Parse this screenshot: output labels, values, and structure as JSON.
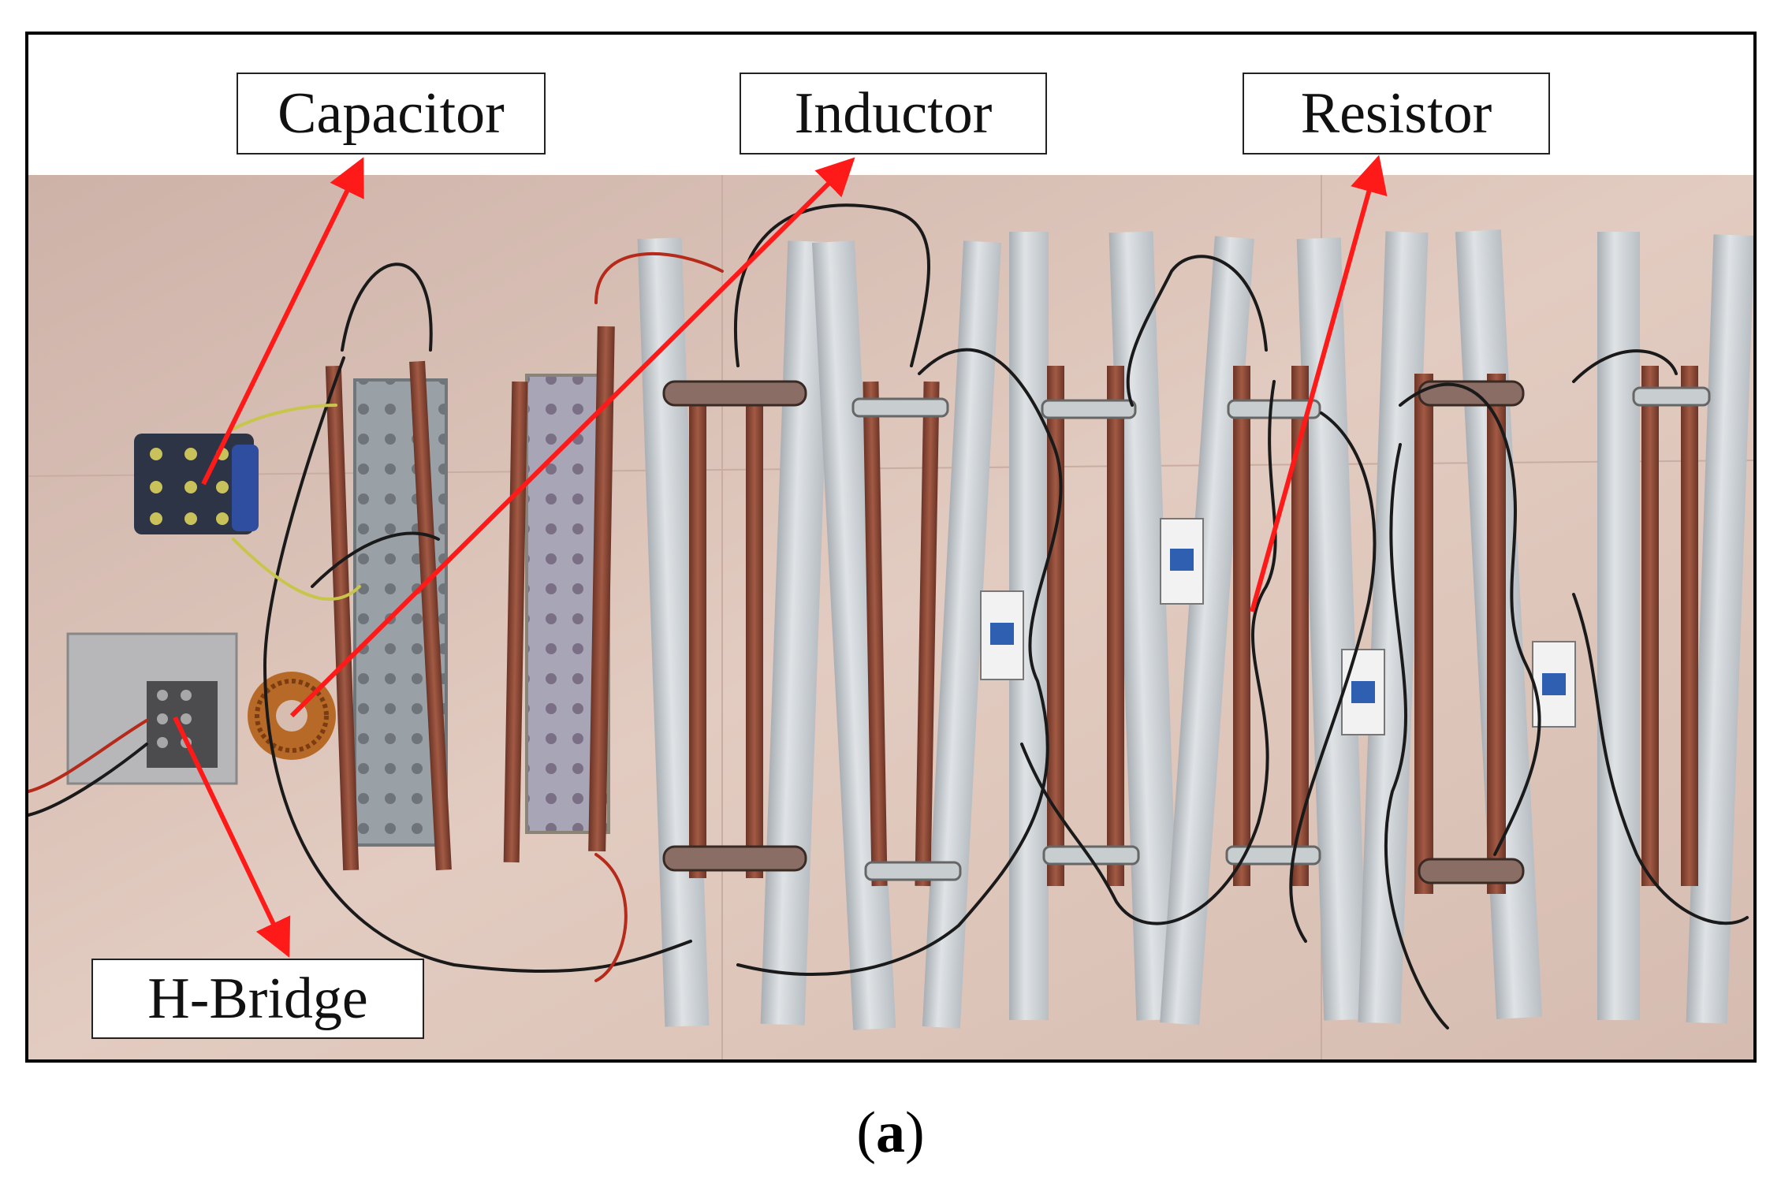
{
  "labels": {
    "capacitor": "Capacitor",
    "inductor": "Inductor",
    "resistor": "Resistor",
    "h_bridge": "H-Bridge"
  },
  "caption": {
    "open": "(",
    "letter": "a",
    "close": ")"
  },
  "colors": {
    "arrow": "#ff1a1a",
    "floor": "#dcc3b8",
    "steel_rail": "#c9ced2",
    "copper_tube": "#8a4a38",
    "wire": "#1a1a1a"
  },
  "icons": {
    "arrow": "red-arrow-icon",
    "breaker": "circuit-breaker-icon",
    "toroid": "toroidal-inductor-icon"
  }
}
